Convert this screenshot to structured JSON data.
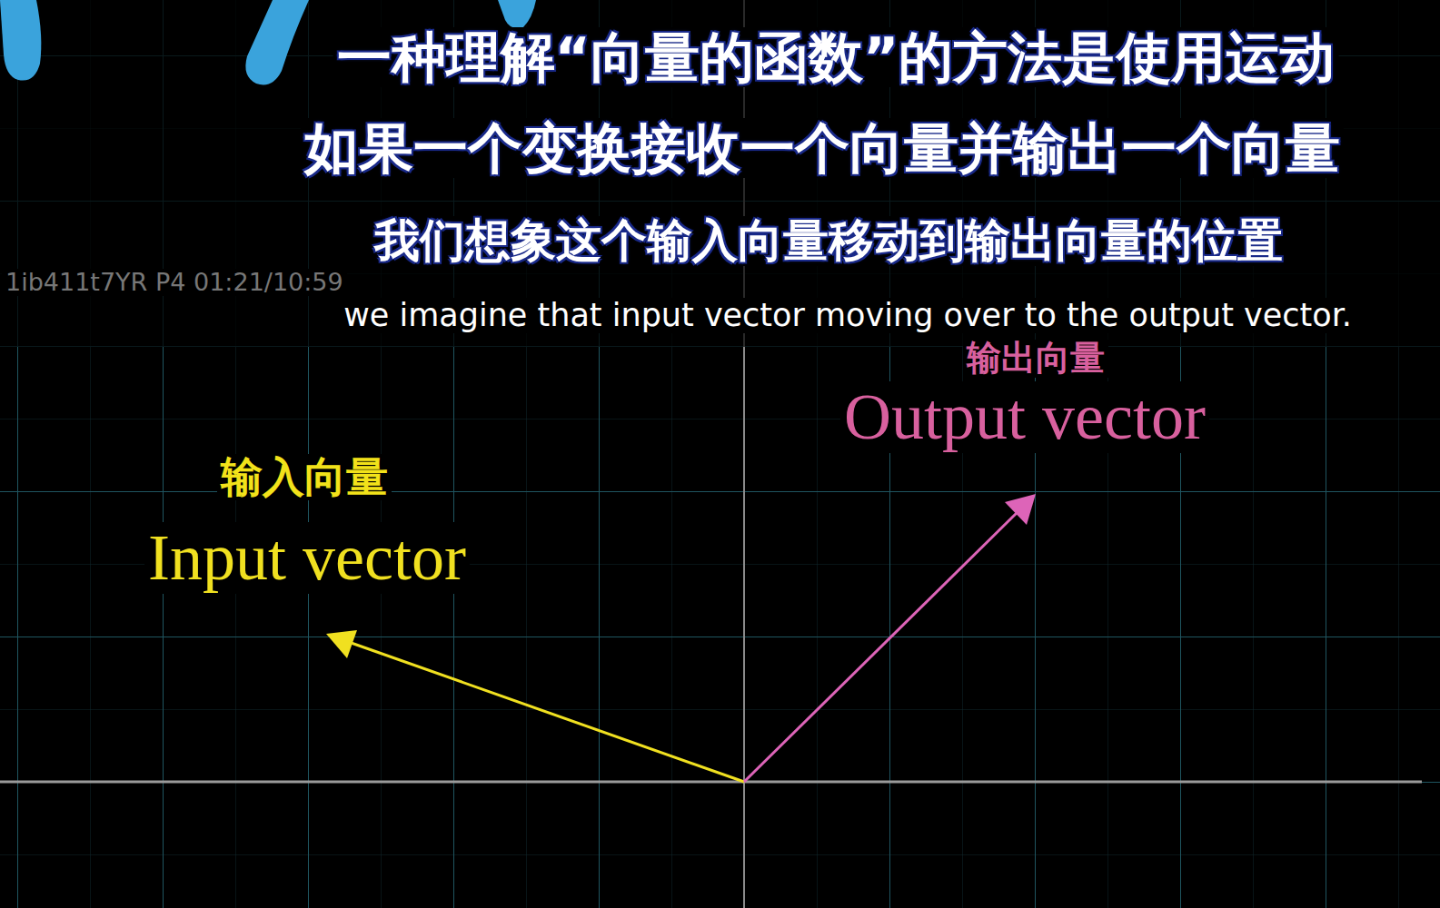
{
  "diagram": {
    "labels": [
      "一种理解“向量的函数”的方法是使用运动",
      "如果一个变换接收一个向量并输出一个向量",
      "我们想象这个输入向量移动到输出向量的位置",
      "1ib411t7YR P4 01:21/10:59",
      "we imagine that input vector moving over to the output vector.",
      "输入向量",
      "Input vector",
      "输出向量",
      "Output vector"
    ]
  }
}
